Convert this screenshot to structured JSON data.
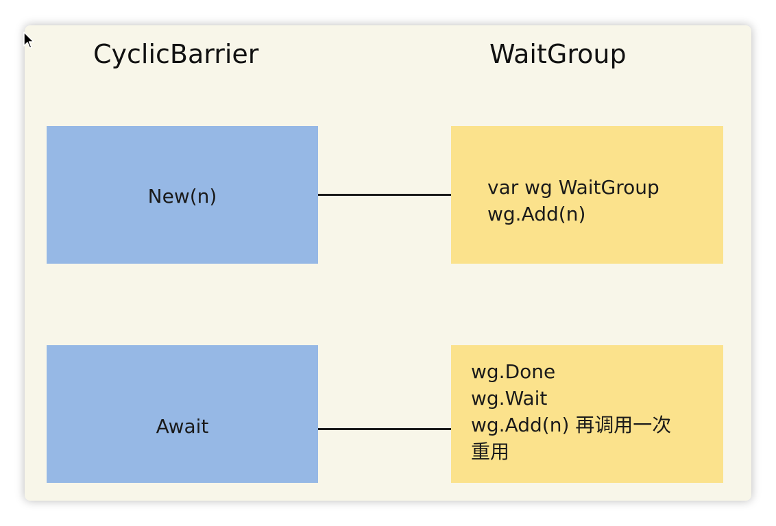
{
  "headings": {
    "left": "CyclicBarrier",
    "right": "WaitGroup"
  },
  "cyclic_barrier": {
    "new_box": "New(n)",
    "await_box": "Await"
  },
  "wait_group": {
    "init_box": [
      "var wg WaitGroup",
      "wg.Add(n)"
    ],
    "reuse_box": [
      "wg.Done",
      "wg.Wait",
      "wg.Add(n) 再调用一次",
      "重用"
    ]
  },
  "colors": {
    "canvas": "#f8f6e9",
    "cyclic_box": "#96b8e5",
    "waitgroup_box": "#fbe28c",
    "connector": "#1a1a1a"
  },
  "icons": {
    "cursor": "mouse-pointer-icon"
  }
}
